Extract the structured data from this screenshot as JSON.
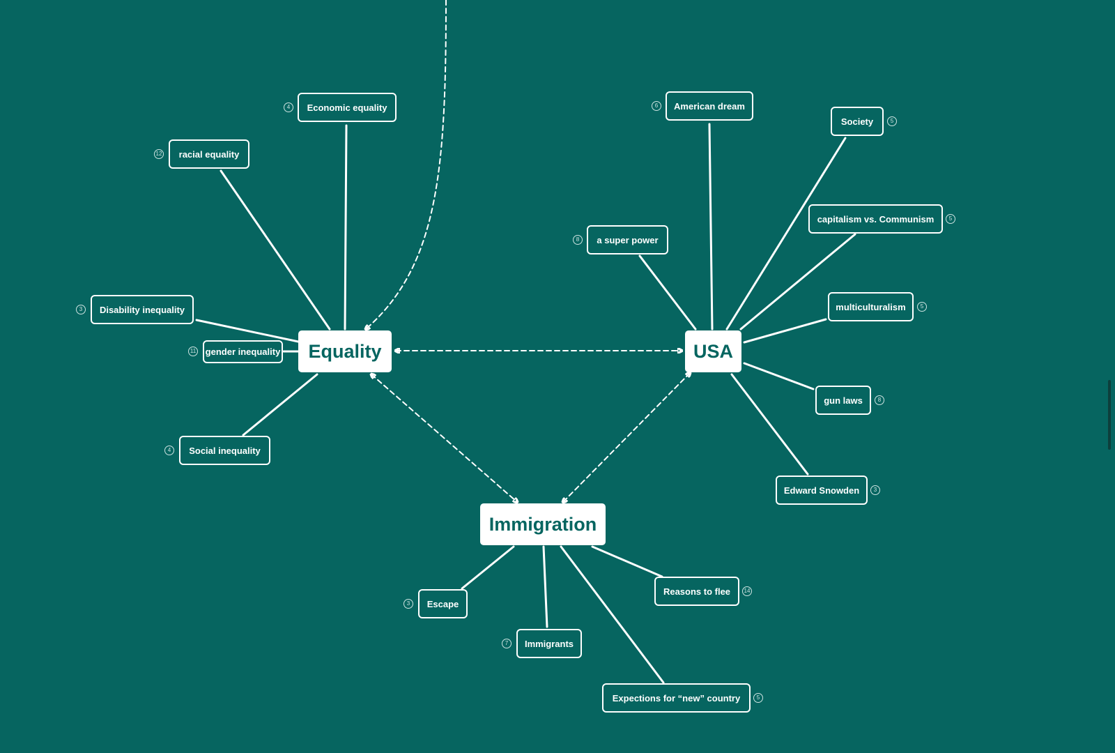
{
  "central_topics": {
    "equality": "Equality",
    "usa": "USA",
    "immigration": "Immigration"
  },
  "equality_topics": [
    {
      "label": "Economic equality",
      "count": "4"
    },
    {
      "label": "racial equality",
      "count": "12"
    },
    {
      "label": "Disability inequality",
      "count": "3"
    },
    {
      "label": "gender inequality",
      "count": "11"
    },
    {
      "label": "Social inequality",
      "count": "4"
    }
  ],
  "usa_topics": [
    {
      "label": "American dream",
      "count": "6"
    },
    {
      "label": "Society",
      "count": "5"
    },
    {
      "label": "capitalism vs. Communism",
      "count": "5"
    },
    {
      "label": "a super power",
      "count": "8"
    },
    {
      "label": "multiculturalism",
      "count": "5"
    },
    {
      "label": "gun laws",
      "count": "8"
    },
    {
      "label": "Edward Snowden",
      "count": "3"
    }
  ],
  "immigration_topics": [
    {
      "label": "Escape",
      "count": "3"
    },
    {
      "label": "Immigrants",
      "count": "7"
    },
    {
      "label": "Reasons to flee",
      "count": "14"
    },
    {
      "label": "Expections for “new” country",
      "count": "5"
    }
  ],
  "colors": {
    "background": "#066560",
    "node_fill": "#ffffff",
    "line": "#ffffff"
  }
}
